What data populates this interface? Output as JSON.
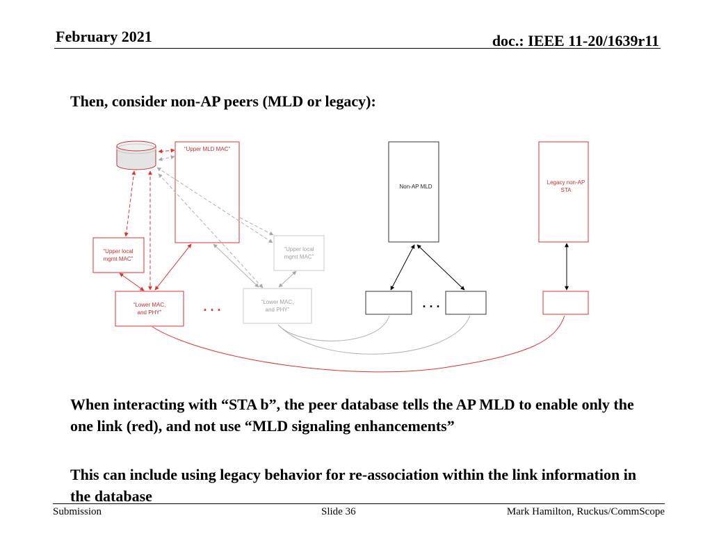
{
  "header": {
    "date": "February 2021",
    "doc": "doc.: IEEE 11-20/1639r11"
  },
  "slide": {
    "heading": "Then, consider non-AP peers (MLD or legacy):",
    "paragraph1": "When interacting with “STA b”, the peer database tells the AP MLD to enable only the one link (red), and not use “MLD signaling enhancements”",
    "paragraph2": "This can include using legacy behavior for re-association within the link information in the database"
  },
  "diagram": {
    "upper_mld_mac": "“Upper MLD MAC”",
    "upper_local_mgmt_red_1": "“Upper local",
    "upper_local_mgmt_red_2": "mgmt MAC”",
    "upper_local_mgmt_gray_1": "“Upper local",
    "upper_local_mgmt_gray_2": "mgmt MAC”",
    "lower_mac_red_1": "“Lower MAC,",
    "lower_mac_red_2": "and PHY”",
    "lower_mac_gray_1": "“Lower MAC,",
    "lower_mac_gray_2": "and PHY”",
    "non_ap_mld": "Non-AP MLD",
    "legacy_sta_1": "Legacy non-AP",
    "legacy_sta_2": "STA",
    "ellipsis": ". . .",
    "colors": {
      "red": "#e03030",
      "gray": "#b0b0b0",
      "black": "#000000"
    }
  },
  "footer": {
    "left": "Submission",
    "center": "Slide 36",
    "right": "Mark Hamilton, Ruckus/CommScope"
  }
}
